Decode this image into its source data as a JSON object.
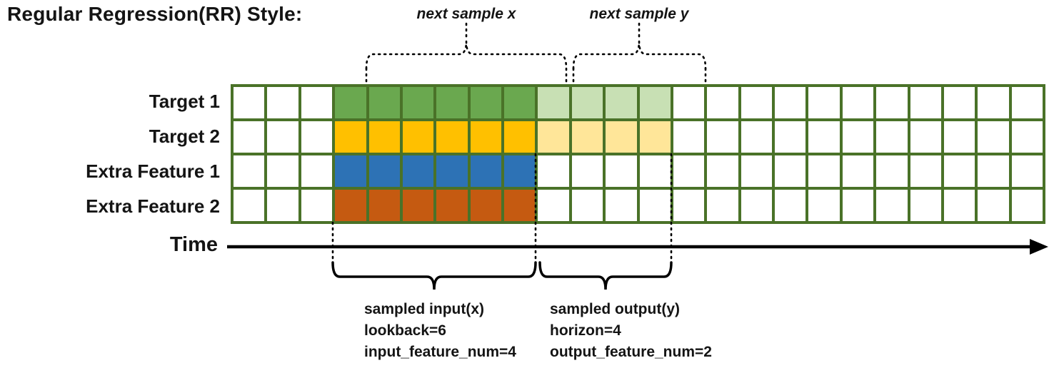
{
  "title": "Regular Regression(RR) Style:",
  "annotations": {
    "next_sample_x": "next sample x",
    "next_sample_y": "next sample y"
  },
  "time_label": "Time",
  "rows": [
    {
      "label": "Target 1",
      "input_color": "#6aa84f",
      "output_color": "#c8e0b4"
    },
    {
      "label": "Target 2",
      "input_color": "#ffc000",
      "output_color": "#ffe699"
    },
    {
      "label": "Extra Feature 1",
      "input_color": "#2d72b5",
      "output_color": "#ffffff"
    },
    {
      "label": "Extra Feature 2",
      "input_color": "#c55a11",
      "output_color": "#ffffff"
    }
  ],
  "grid": {
    "columns": 24,
    "input_start_col": 3,
    "lookback": 6,
    "horizon": 4,
    "border_color": "#4a7228",
    "empty_cell_color": "#ffffff"
  },
  "captions": {
    "input": [
      "sampled input(x)",
      "lookback=6",
      "input_feature_num=4"
    ],
    "output": [
      "sampled output(y)",
      "horizon=4",
      "output_feature_num=2"
    ]
  }
}
